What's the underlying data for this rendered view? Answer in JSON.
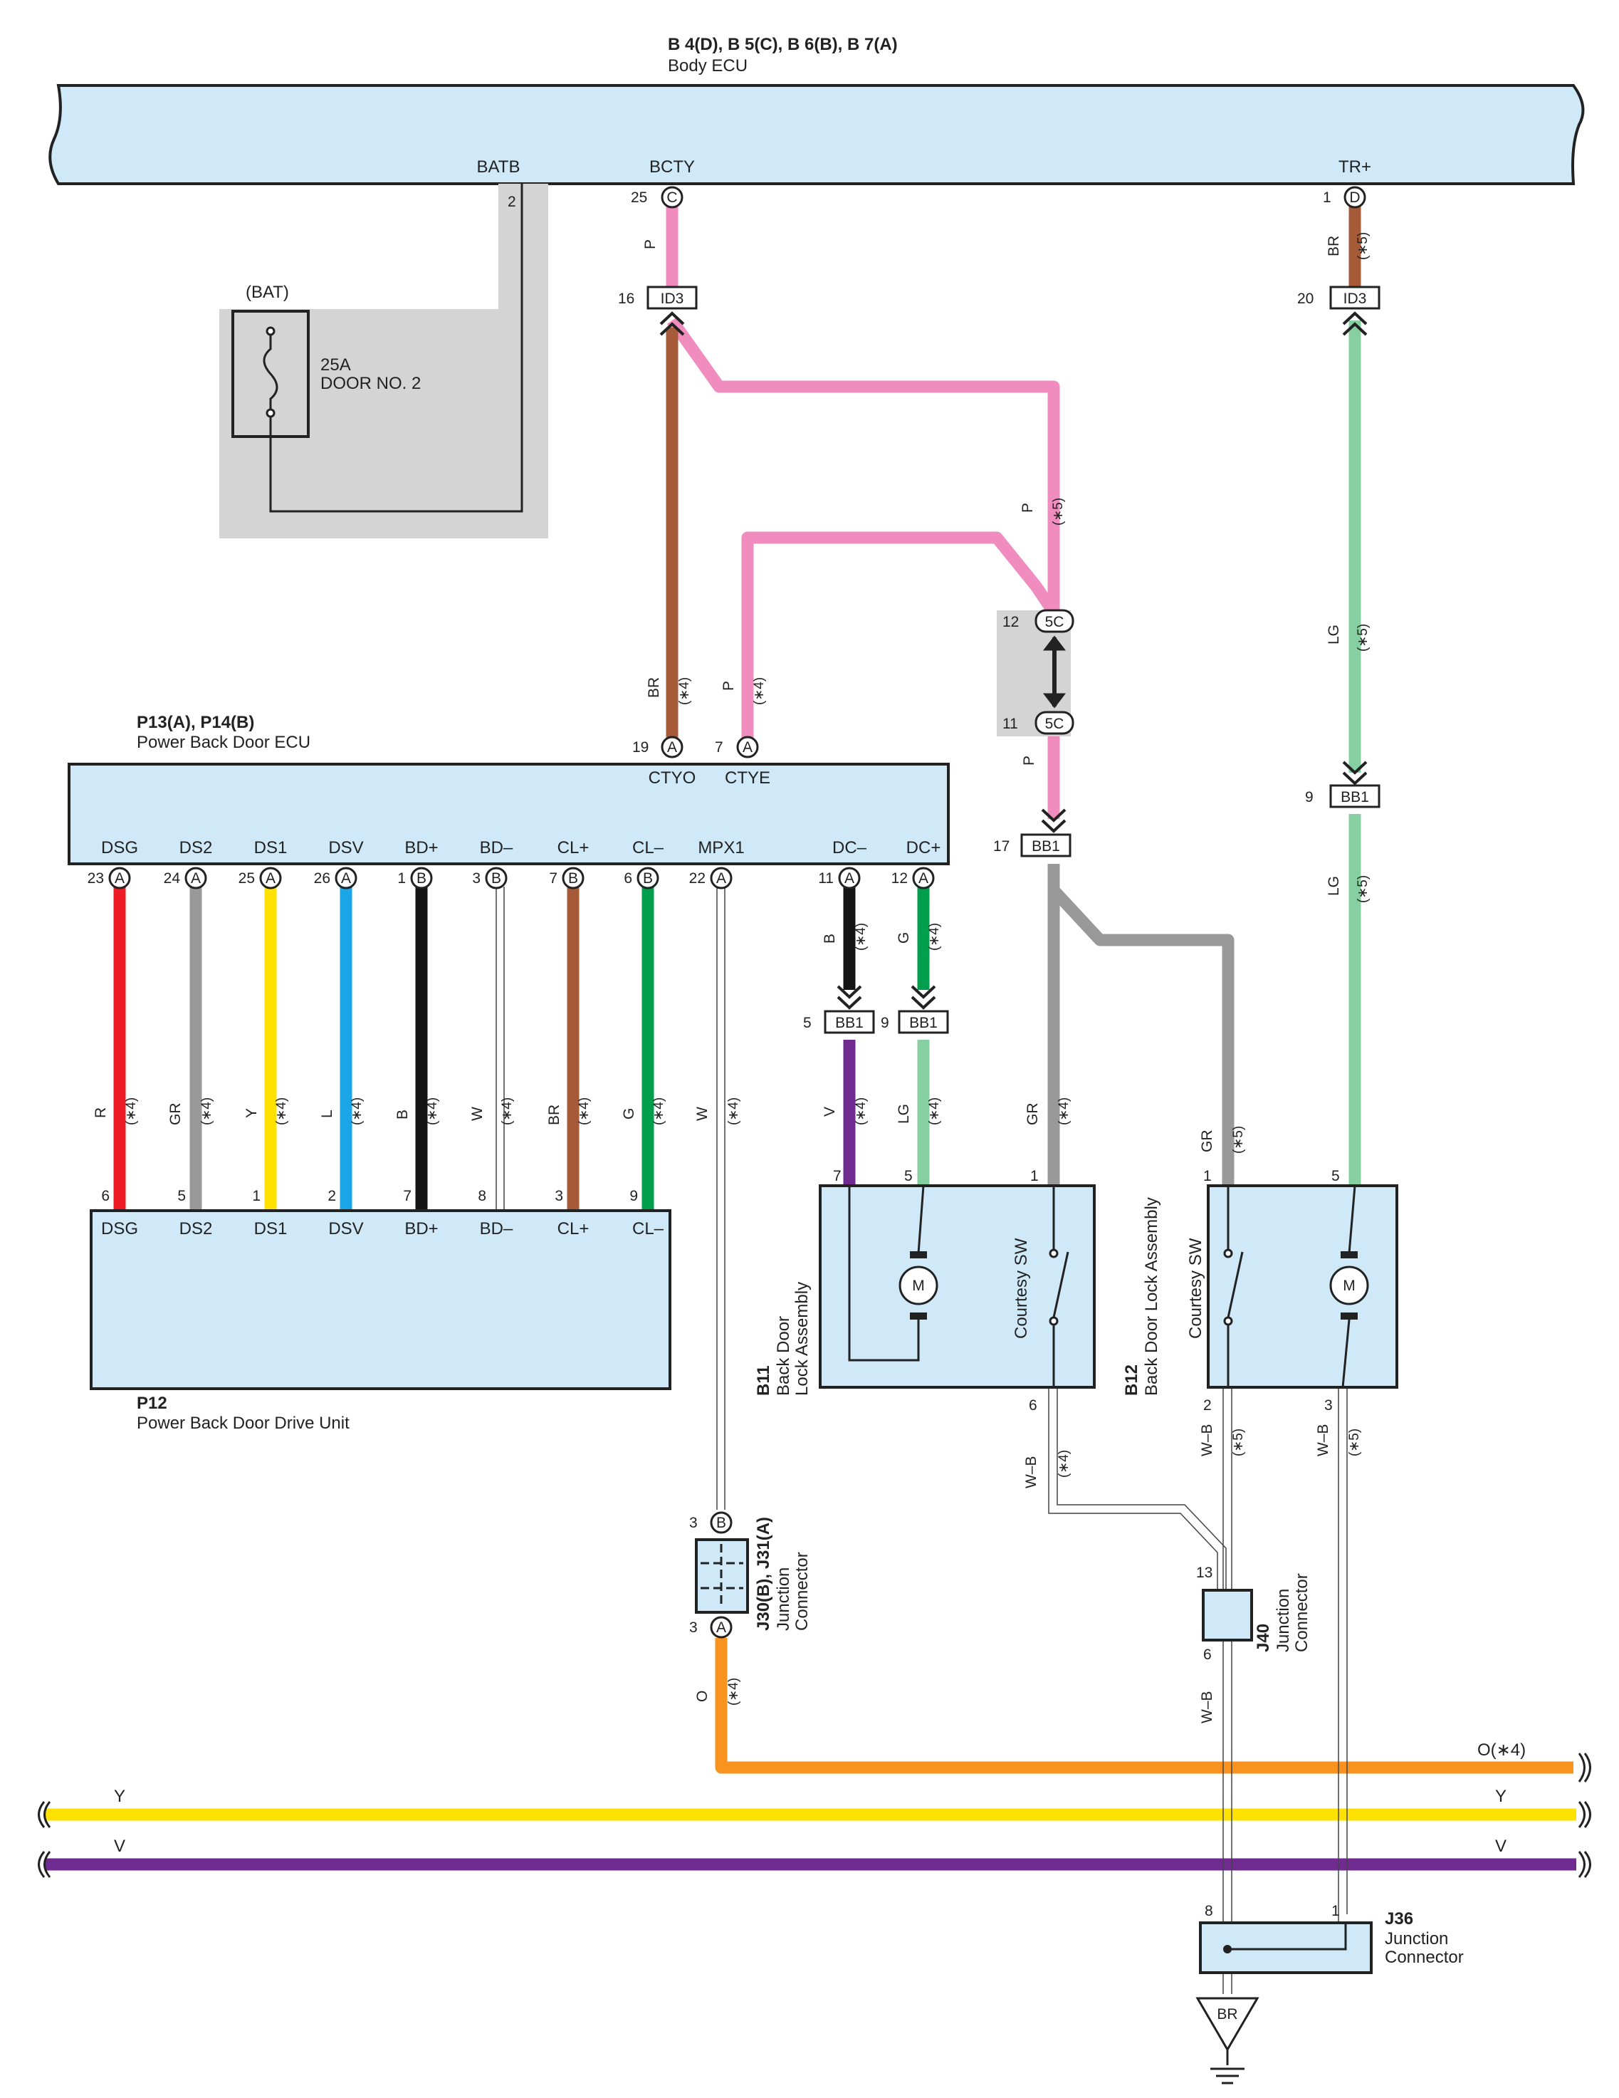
{
  "colors": {
    "P": "#f08cbe",
    "BR": "#a65a38",
    "LG": "#85cfa1",
    "GR": "#999999",
    "R": "#ee1c25",
    "Y": "#ffe100",
    "L": "#19a5e6",
    "B": "#141414",
    "W": "#ffffff",
    "G": "#009f4d",
    "V": "#6f2b90",
    "O": "#f7931e",
    "box_fill": "#cfe9f8",
    "shade": "#d4d4d4"
  },
  "body_ecu": {
    "code": "B 4(D), B 5(C), B 6(B), B 7(A)",
    "name": "Body ECU",
    "pins": {
      "batb": "BATB",
      "bcty": "BCTY",
      "trp": "TR+"
    },
    "pin_nums": {
      "batb": "2",
      "bcty": "25",
      "trp": "1"
    },
    "conn": {
      "bcty": "C",
      "trp": "D"
    }
  },
  "fuse": {
    "source": "(BAT)",
    "rating": "25A",
    "name": "DOOR NO. 2"
  },
  "inline": {
    "id3": "ID3",
    "bb1": "BB1",
    "j5c": "5C",
    "id3_left_num": "16",
    "id3_right_num": "20",
    "j5c_top": "12",
    "j5c_bot": "11",
    "bb1_right": "9",
    "bb1_mid": "17",
    "bb1_l1": "5",
    "bb1_l2": "9"
  },
  "wire_labels": {
    "P": "P",
    "BR": "BR",
    "LG": "LG",
    "GR": "GR",
    "B": "B",
    "G": "G",
    "V": "V",
    "O": "O",
    "W": "W",
    "WB": "W–B",
    "R": "R",
    "Y": "Y",
    "L": "L"
  },
  "notes": {
    "n4": "(∗4)",
    "n5": "(∗5)",
    "o4": "O(∗4)"
  },
  "pbd_ecu": {
    "code": "P13(A), P14(B)",
    "name": "Power Back Door ECU",
    "top_pins": [
      "CTYO",
      "CTYE"
    ],
    "top_nums": [
      "19",
      "7"
    ],
    "top_conn": [
      "A",
      "A"
    ],
    "pins": [
      "DSG",
      "DS2",
      "DS1",
      "DSV",
      "BD+",
      "BD–",
      "CL+",
      "CL–",
      "MPX1",
      "DC–",
      "DC+"
    ],
    "nums": [
      "23",
      "24",
      "25",
      "26",
      "1",
      "3",
      "7",
      "6",
      "22",
      "11",
      "12"
    ],
    "conn": [
      "A",
      "A",
      "A",
      "A",
      "B",
      "B",
      "B",
      "B",
      "A",
      "A",
      "A"
    ]
  },
  "drive_unit": {
    "code": "P12",
    "name": "Power Back Door Drive Unit",
    "pins": [
      "DSG",
      "DS2",
      "DS1",
      "DSV",
      "BD+",
      "BD–",
      "CL+",
      "CL–"
    ],
    "nums": [
      "6",
      "5",
      "1",
      "2",
      "7",
      "8",
      "3",
      "9"
    ],
    "wires": [
      "R",
      "GR",
      "Y",
      "L",
      "B",
      "W",
      "BR",
      "G"
    ]
  },
  "b11": {
    "code": "B11",
    "l1": "Back Door",
    "l2": "Lock Assembly",
    "sw": "Courtesy SW",
    "motor": "M",
    "p_top": [
      "7",
      "5",
      "1"
    ],
    "p_bot": "6"
  },
  "b12": {
    "code": "B12",
    "l1": "Back Door Lock Assembly",
    "sw": "Courtesy SW",
    "motor": "M",
    "p_top": [
      "1",
      "5"
    ],
    "p_bot": [
      "2",
      "3"
    ]
  },
  "j30": {
    "code": "J30(B), J31(A)",
    "l1": "Junction",
    "l2": "Connector",
    "n_top": "3",
    "n_bot": "3",
    "c_top": "B",
    "c_bot": "A"
  },
  "j40": {
    "code": "J40",
    "l1": "Junction",
    "l2": "Connector",
    "n_top": "13",
    "n_bot": "6"
  },
  "j36": {
    "code": "J36",
    "l1": "Junction",
    "l2": "Connector",
    "n_left": "8",
    "n_right": "1"
  },
  "ground": {
    "label": "BR"
  },
  "bus": {
    "y_left": "Y",
    "y_right": "Y",
    "v_left": "V",
    "v_right": "V"
  }
}
